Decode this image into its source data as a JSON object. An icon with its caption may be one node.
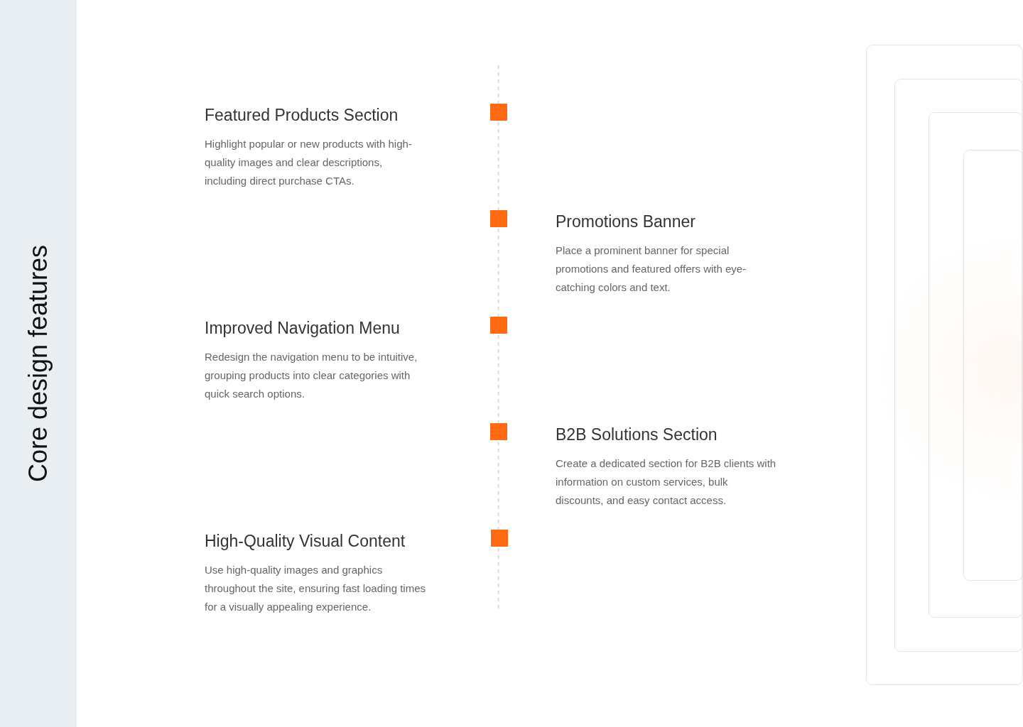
{
  "diagram": {
    "title": "Core design features",
    "nodes": [
      {
        "text": [
          "Featured Products Section",
          "Highlight popular or new products with high-quality images and clear descriptions, including direct purchase CTAs."
        ]
      },
      {
        "text": [
          "Promotions Banner",
          "Place a prominent banner for special promotions and featured offers with eye-catching colors and text."
        ]
      },
      {
        "text": [
          "Improved Navigation Menu",
          "Redesign the navigation menu to be intuitive, grouping products into clear categories with quick search options."
        ]
      },
      {
        "text": [
          "B2B Solutions Section",
          "Create a dedicated section for B2B clients with information on custom services, bulk discounts, and easy contact access."
        ]
      },
      {
        "text": [
          "High-Quality Visual Content",
          "Use high-quality images and graphics throughout the site, ensuring fast loading times for a visually appealing experience."
        ]
      }
    ]
  }
}
